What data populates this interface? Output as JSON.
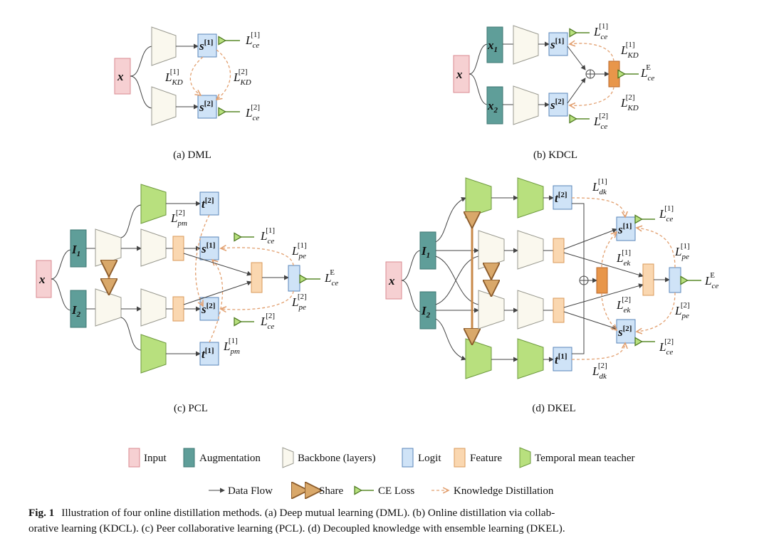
{
  "panels": {
    "dml": {
      "caption": "(a) DML"
    },
    "kdcl": {
      "caption": "(b) KDCL"
    },
    "pcl": {
      "caption": "(c) PCL"
    },
    "dkel": {
      "caption": "(d) DKEL"
    }
  },
  "symbols": {
    "x": "x",
    "x1": "x",
    "x2": "x",
    "I": "I",
    "s": "s",
    "t": "t",
    "L": "L",
    "sup1": "[1]",
    "sup2": "[2]",
    "supE": "E",
    "ce": "ce",
    "kd": "KD",
    "pm": "pm",
    "pe": "pe",
    "dk": "dk",
    "ek": "ek",
    "one": "1",
    "two": "2"
  },
  "legend": {
    "boxes": [
      {
        "label": "Input",
        "color": "#f6d0d2",
        "border": "#d98a90"
      },
      {
        "label": "Augmentation",
        "color": "#5f9e99",
        "border": "#3e7772"
      },
      {
        "label": "Backbone (layers)",
        "color": "#faf8ee",
        "border": "#9a9a90"
      },
      {
        "label": "Logit",
        "color": "#cfe3f7",
        "border": "#5a86b8"
      },
      {
        "label": "Feature",
        "color": "#fad7b0",
        "border": "#d99a5a"
      },
      {
        "label": "Temporal mean teacher",
        "color": "#b8e07e",
        "border": "#6e9a3e"
      }
    ],
    "lines": [
      {
        "label": "Data Flow"
      },
      {
        "label": "Share"
      },
      {
        "label": "CE Loss"
      },
      {
        "label": "Knowledge Distillation"
      }
    ]
  },
  "figure_caption": {
    "prefix": "Fig. 1",
    "line1": "Illustration of four online distillation methods. (a) Deep mutual learning (DML). (b) Online distillation via collab-",
    "line2": "orative learning (KDCL). (c) Peer collaborative learning (PCL). (d) Decoupled knowledge with ensemble learning (DKEL)."
  },
  "colors": {
    "input": "#f6d0d2",
    "augmentation": "#5f9e99",
    "backbone": "#faf8ee",
    "logit": "#cfe3f7",
    "feature": "#fad7b0",
    "teacher": "#b8e07e",
    "ensemble": "#e8964a",
    "kd_line": "#e2a070",
    "ce_arrow": "#5a8a2a",
    "share": "#c98a4a"
  }
}
